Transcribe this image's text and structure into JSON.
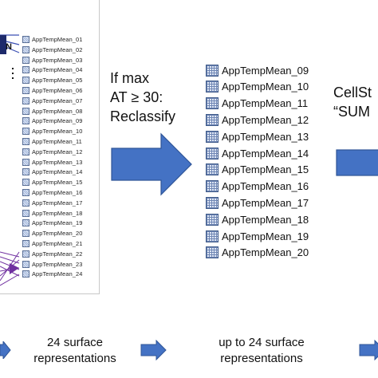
{
  "left_layers": [
    "AppTempMean_01",
    "AppTempMean_02",
    "AppTempMean_03",
    "AppTempMean_04",
    "AppTempMean_05",
    "AppTempMean_06",
    "AppTempMean_07",
    "AppTempMean_08",
    "AppTempMean_09",
    "AppTempMean_10",
    "AppTempMean_11",
    "AppTempMean_12",
    "AppTempMean_13",
    "AppTempMean_14",
    "AppTempMean_15",
    "AppTempMean_16",
    "AppTempMean_17",
    "AppTempMean_18",
    "AppTempMean_19",
    "AppTempMean_20",
    "AppTempMean_21",
    "AppTempMean_22",
    "AppTempMean_23",
    "AppTempMean_24"
  ],
  "condition_text": [
    "If max",
    "AT ≥ 30:",
    "Reclassify"
  ],
  "mid_layers": [
    "AppTempMean_09",
    "AppTempMean_10",
    "AppTempMean_11",
    "AppTempMean_12",
    "AppTempMean_13",
    "AppTempMean_14",
    "AppTempMean_15",
    "AppTempMean_16",
    "AppTempMean_17",
    "AppTempMean_18",
    "AppTempMean_19",
    "AppTempMean_20"
  ],
  "cellstat_text": [
    "CellSt",
    "“SUM"
  ],
  "footer_left": [
    "24 surface",
    "representations"
  ],
  "footer_mid": [
    "up to 24 surface",
    "representations"
  ],
  "edge_glyph": "N",
  "colors": {
    "arrow_fill": "#4472c4",
    "arrow_stroke": "#2f5597",
    "link_purple": "#7030a0"
  }
}
